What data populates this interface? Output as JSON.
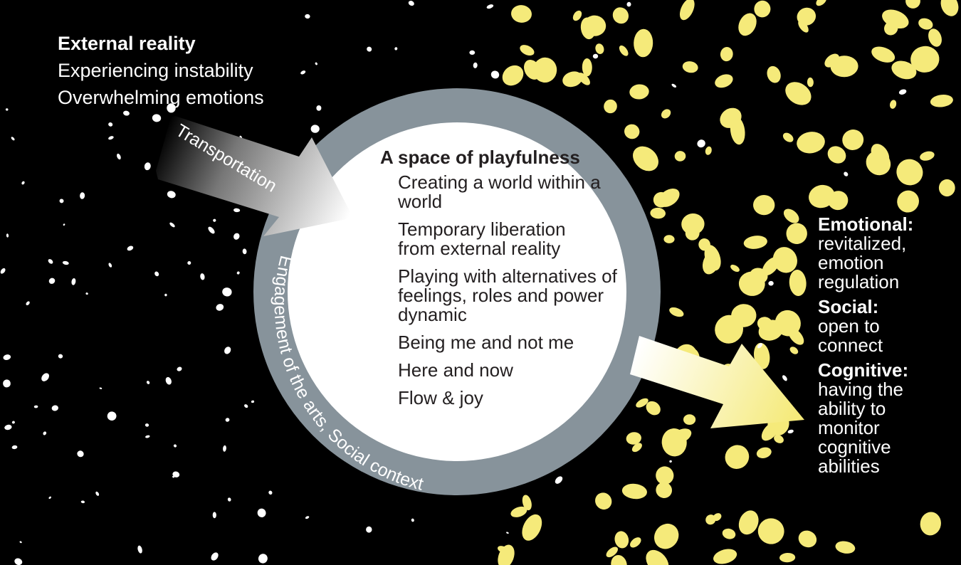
{
  "colors": {
    "background": "#000000",
    "ring": "#87939b",
    "inner_circle": "#ffffff",
    "speckle_white": "#ffffff",
    "speckle_yellow": "#f5ea7a",
    "inner_text": "#231f20",
    "label_text": "#ffffff"
  },
  "external_reality": {
    "heading": "External reality",
    "lines": [
      "Experiencing instability",
      "Overwhelming emotions"
    ]
  },
  "arrow_in": {
    "label": "Transportation",
    "icon": "gradient-arrow-in"
  },
  "ring": {
    "label": "Engagement of the arts, Social context"
  },
  "playfulness": {
    "title": "A space of playfulness",
    "items": [
      "Creating a world within a world",
      "Temporary liberation from external reality",
      "Playing with alternatives of feelings, roles and power dynamic",
      "Being me and not me",
      "Here and now",
      "Flow & joy"
    ]
  },
  "arrow_out": {
    "icon": "gradient-arrow-out"
  },
  "outcomes": [
    {
      "heading": "Emotional:",
      "text": "revitalized, emotion regulation"
    },
    {
      "heading": "Social:",
      "text": "open to connect"
    },
    {
      "heading": "Cognitive:",
      "text": "having the ability to monitor cognitive abilities"
    }
  ]
}
